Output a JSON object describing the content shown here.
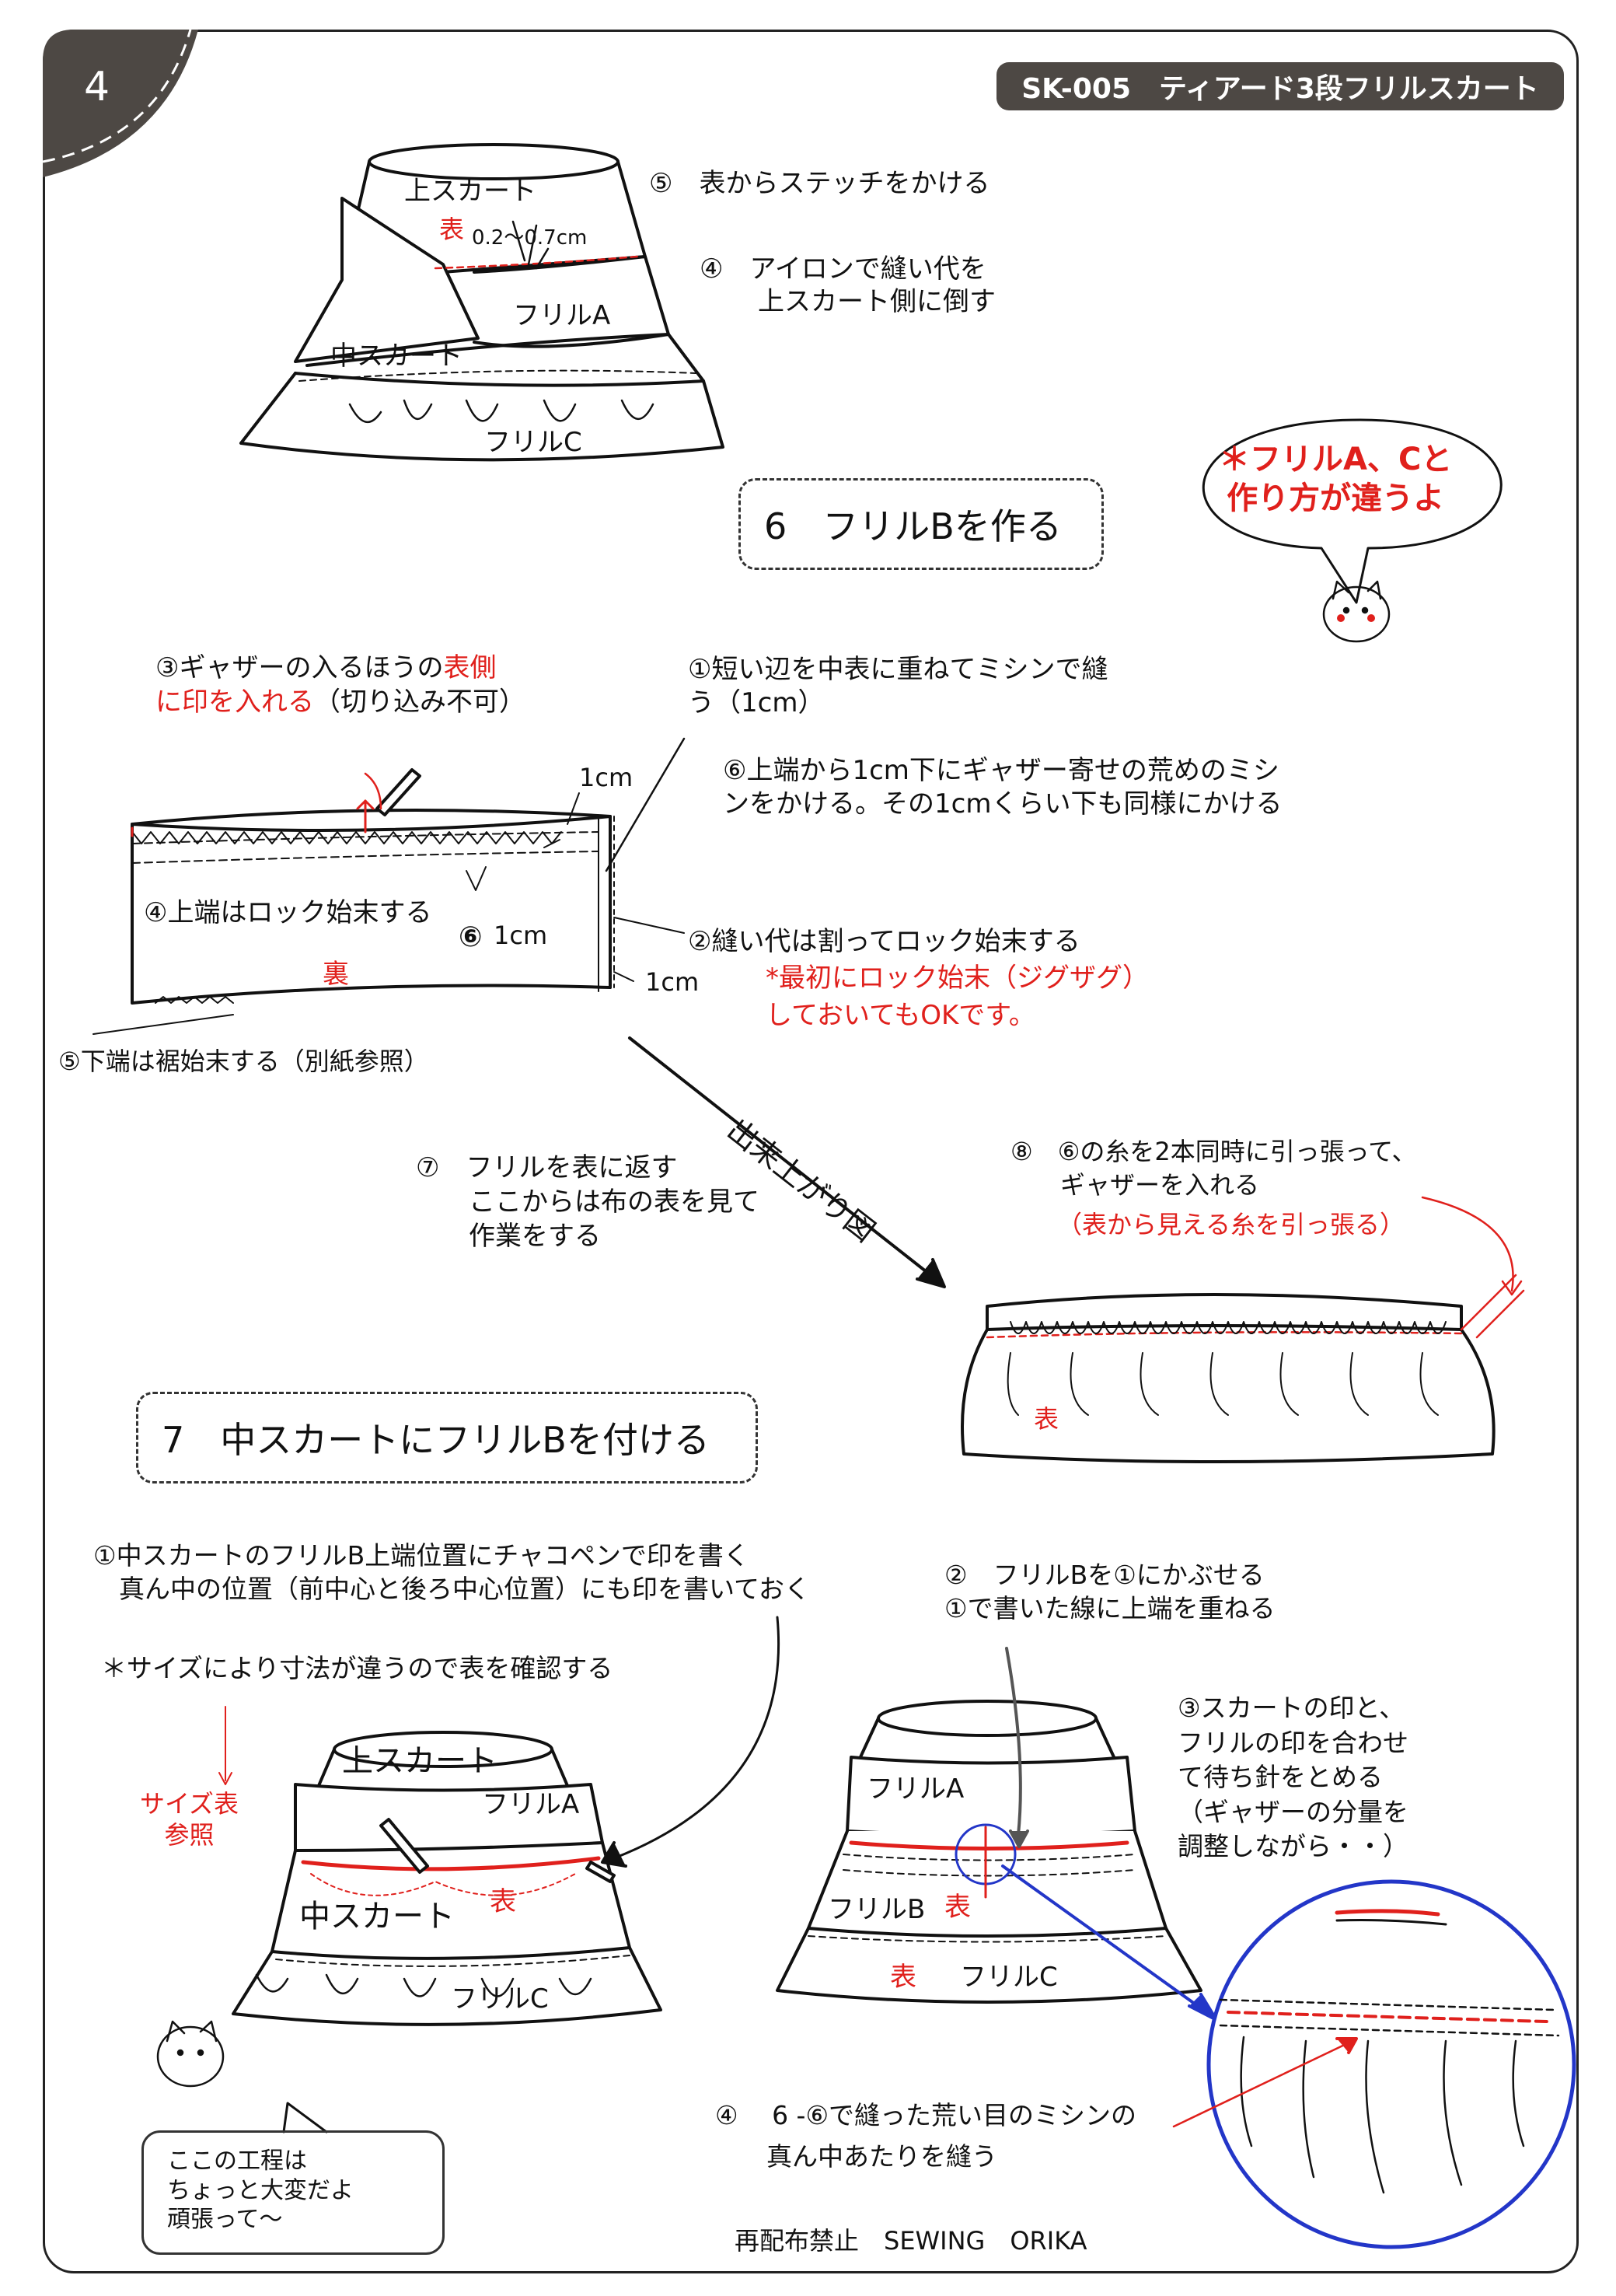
{
  "page_number": "4",
  "header_title": "SK-005　ティアード3段フリルスカート",
  "top": {
    "upper_skirt": "上スカート",
    "omote": "表",
    "measure": "0.2～0.7cm",
    "frill_a": "フリルA",
    "middle_skirt": "中スカート",
    "frill_c": "フリルC",
    "step5": "⑤　表からステッチをかける",
    "step4_line1": "④　アイロンで縫い代を",
    "step4_line2": "上スカート側に倒す"
  },
  "bubble_top": "＊フリルA、Cと\n作り方が違うよ",
  "section6": "6　フリルBを作る",
  "s6": {
    "note3_black": "③ギャザーの入るほうの",
    "note3_red1": "表側",
    "note3_red2": "に印を入れる",
    "note3_black2": "（切り込み不可）",
    "note1": "①短い辺を中表に重ねてミシンで縫\nう（1cm）",
    "cm1_top": "1cm",
    "note6": "⑥上端から1cm下にギャザー寄せの荒めのミシ\nンをかける。その1cmくらい下も同様にかける",
    "note4": "④上端はロック始末する",
    "six_label": "⑥",
    "six_cm": "1cm",
    "ura": "裏",
    "note2": "②縫い代は割ってロック始末する",
    "cm1_side": "1cm",
    "note_red": "*最初にロック始末（ジグザグ）\nしておいてもOKです。",
    "note5": "⑤下端は裾始末する（別紙参照）",
    "finished": "出来上がり図",
    "step7": "⑦　フリルを表に返す\n　　ここからは布の表を見て\n　　作業をする",
    "step8": "⑧　⑥の糸を2本同時に引っ張って、\n　　ギャザーを入れる",
    "step8_red": "（表から見える糸を引っ張る）",
    "omote": "表"
  },
  "section7": "7　中スカートにフリルBを付ける",
  "s7": {
    "note1": "①中スカートのフリルB上端位置にチャコペンで印を書く\n　真ん中の位置（前中心と後ろ中心位置）にも印を書いておく",
    "size_note": "＊サイズにより寸法が違うので表を確認する",
    "size_table": "サイズ表\n参照",
    "upper_skirt": "上スカート",
    "frill_a": "フリルA",
    "middle_skirt": "中スカート",
    "omote": "表",
    "frill_c": "フリルC",
    "note2": "②　フリルBを①にかぶせる\n①で書いた線に上端を重ねる",
    "note3": "③スカートの印と、\nフリルの印を合わせ\nて待ち針をとめる\n（ギャザーの分量を\n調整しながら・・）",
    "frill_a2": "フリルA",
    "frill_b": "フリルB",
    "omote2": "表",
    "omote3": "表",
    "frill_c2": "フリルC",
    "note4": "④　 6 -⑥で縫った荒い目のミシンの\n　　真ん中あたりを縫う"
  },
  "speech_bottom": "ここの工程は\nちょっと大変だよ\n頑張って～",
  "footer": "再配布禁止　SEWING　ORIKA"
}
